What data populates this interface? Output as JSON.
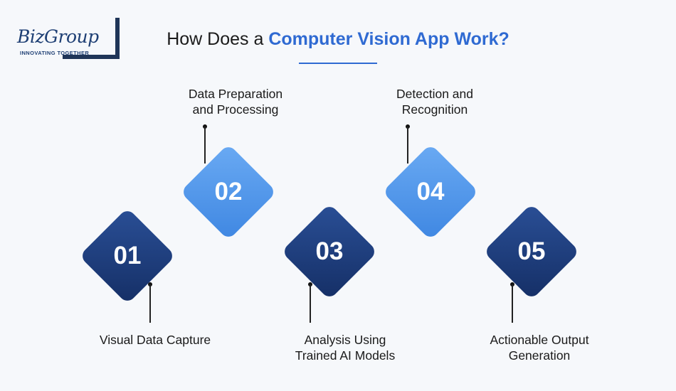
{
  "logo": {
    "name": "BizGroup",
    "tagline": "INNOVATING TOGETHER"
  },
  "title": {
    "prefix": "How Does a ",
    "highlight": "Computer Vision App Work?"
  },
  "colors": {
    "accent": "#2f6ad2",
    "dark_diamond": "#1c3a7a",
    "light_diamond": "#4f95ea"
  },
  "steps": [
    {
      "number": "01",
      "label": "Visual Data Capture"
    },
    {
      "number": "02",
      "label": "Data Preparation\nand Processing"
    },
    {
      "number": "03",
      "label": "Analysis Using\nTrained AI Models"
    },
    {
      "number": "04",
      "label": "Detection and\nRecognition"
    },
    {
      "number": "05",
      "label": "Actionable Output\nGeneration"
    }
  ]
}
